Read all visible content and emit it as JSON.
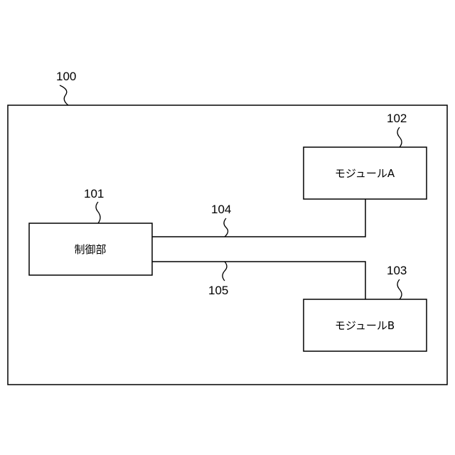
{
  "system": {
    "ref": "100"
  },
  "controller": {
    "ref": "101",
    "label": "制御部"
  },
  "module_a": {
    "ref": "102",
    "label": "モジュールA"
  },
  "module_b": {
    "ref": "103",
    "label": "モジュールB"
  },
  "line_a": {
    "ref": "104"
  },
  "line_b": {
    "ref": "105"
  }
}
